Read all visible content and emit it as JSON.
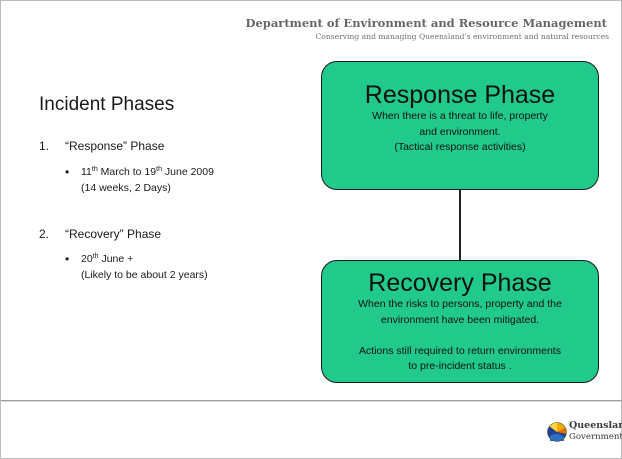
{
  "header": {
    "department": "Department of Environment and Resource Management",
    "tagline": "Conserving and managing Queensland's environment and natural resources"
  },
  "left": {
    "heading": "Incident Phases",
    "items": [
      {
        "number": "1.",
        "label": "“Response” Phase",
        "details": [
          {
            "d1": "11",
            "s1": "th",
            "mid": " March to 19",
            "s2": "th",
            "end": " June 2009"
          },
          {
            "line2": "(14 weeks, 2 Days)"
          }
        ]
      },
      {
        "number": "2.",
        "label": "“Recovery” Phase",
        "details": [
          {
            "d1": "20",
            "s1": "th",
            "end": " June +"
          },
          {
            "line2": "(Likely to be about 2 years)"
          }
        ]
      }
    ]
  },
  "diagram": {
    "response": {
      "title": "Response Phase",
      "lines": [
        "When there is a threat to life, property",
        "and environment.",
        "(Tactical response activities)"
      ]
    },
    "recovery": {
      "title": "Recovery Phase",
      "lines": [
        "When the risks to persons, property and the",
        "environment have been mitigated.",
        "",
        "Actions still required to return environments",
        "to pre-incident status ."
      ]
    }
  },
  "footer": {
    "logo_line1": "Queensland",
    "logo_line2": "Government"
  },
  "colors": {
    "box_fill": "#21c98a",
    "header_text": "#666666"
  }
}
